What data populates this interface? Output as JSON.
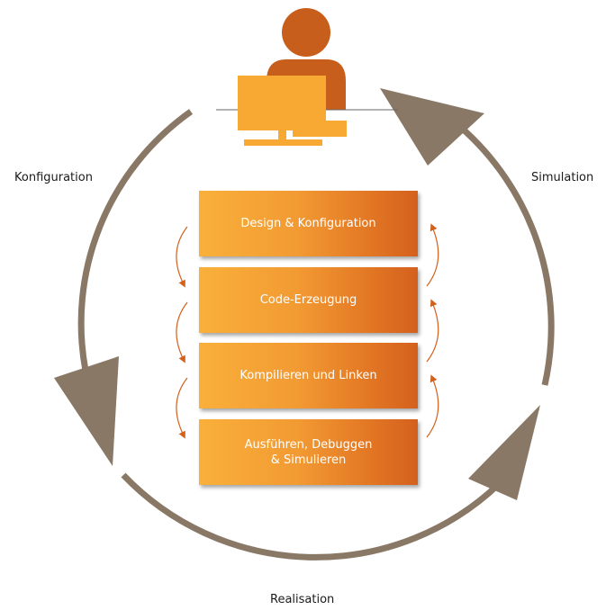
{
  "cycle": {
    "konfiguration": "Konfiguration",
    "simulation": "Simulation",
    "realisation": "Realisation"
  },
  "steps": [
    {
      "line1": "Design & Konfiguration",
      "line2": ""
    },
    {
      "line1": "Code-Erzeugung",
      "line2": ""
    },
    {
      "line1": "Kompilieren und Linken",
      "line2": ""
    },
    {
      "line1": "Ausführen, Debuggen",
      "line2": "& Simulieren"
    }
  ],
  "colors": {
    "cycle_arrow": "#8a7866",
    "step_gradient_start": "#f9b03a",
    "step_gradient_end": "#d4601d",
    "small_arrow": "#d4601d",
    "person": "#c85e1c",
    "monitor": "#f7a934"
  },
  "icons": {
    "user": "user-at-computer-icon"
  }
}
